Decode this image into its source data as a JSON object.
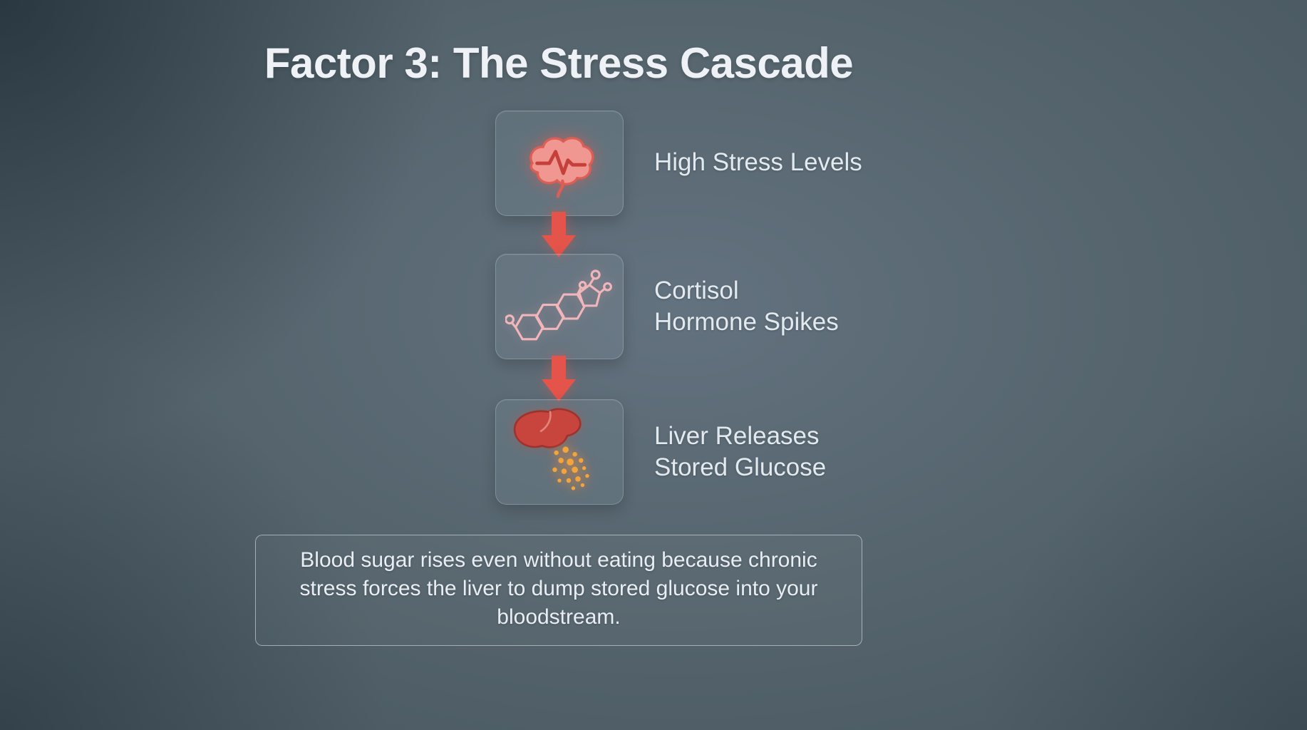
{
  "title": "Factor 3: The Stress Cascade",
  "steps": [
    {
      "id": "high-stress",
      "icon": "brain-icon",
      "lines": [
        "High Stress Levels"
      ]
    },
    {
      "id": "cortisol",
      "icon": "cortisol-molecule-icon",
      "lines": [
        "Cortisol",
        "Hormone Spikes"
      ]
    },
    {
      "id": "liver",
      "icon": "liver-glucose-icon",
      "lines": [
        "Liver Releases",
        "Stored Glucose"
      ]
    }
  ],
  "note": "Blood sugar rises even without eating because chronic stress forces the liver to dump stored glucose into your bloodstream.",
  "colors": {
    "accent_red": "#e4544a",
    "brain_pink": "#ef9790",
    "molecule_pink": "#f0b6ba",
    "liver_red": "#c8453e",
    "glucose_orange": "#f4a43b",
    "text_light": "#e9eef3"
  }
}
